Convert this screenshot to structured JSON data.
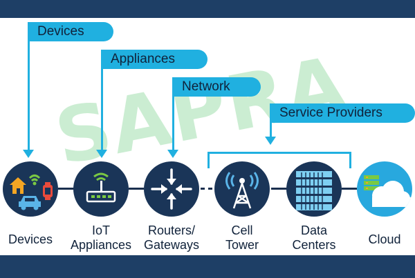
{
  "watermark": "SAPRA",
  "categories": {
    "devices": "Devices",
    "appliances": "Appliances",
    "network": "Network",
    "service_providers": "Service Providers"
  },
  "nodes": [
    {
      "label_line1": "Devices",
      "label_line2": "",
      "icon": "smart-home-devices-icon"
    },
    {
      "label_line1": "IoT",
      "label_line2": "Appliances",
      "icon": "iot-router-icon"
    },
    {
      "label_line1": "Routers/",
      "label_line2": "Gateways",
      "icon": "routing-arrows-icon"
    },
    {
      "label_line1": "Cell",
      "label_line2": "Tower",
      "icon": "cell-tower-icon"
    },
    {
      "label_line1": "Data",
      "label_line2": "Centers",
      "icon": "server-rack-icon"
    },
    {
      "label_line1": "Cloud",
      "label_line2": "",
      "icon": "cloud-icon"
    }
  ],
  "colors": {
    "frame": "#1e3f66",
    "accent": "#20b0e0",
    "node": "#1a3558",
    "watermark": "#84d494"
  }
}
